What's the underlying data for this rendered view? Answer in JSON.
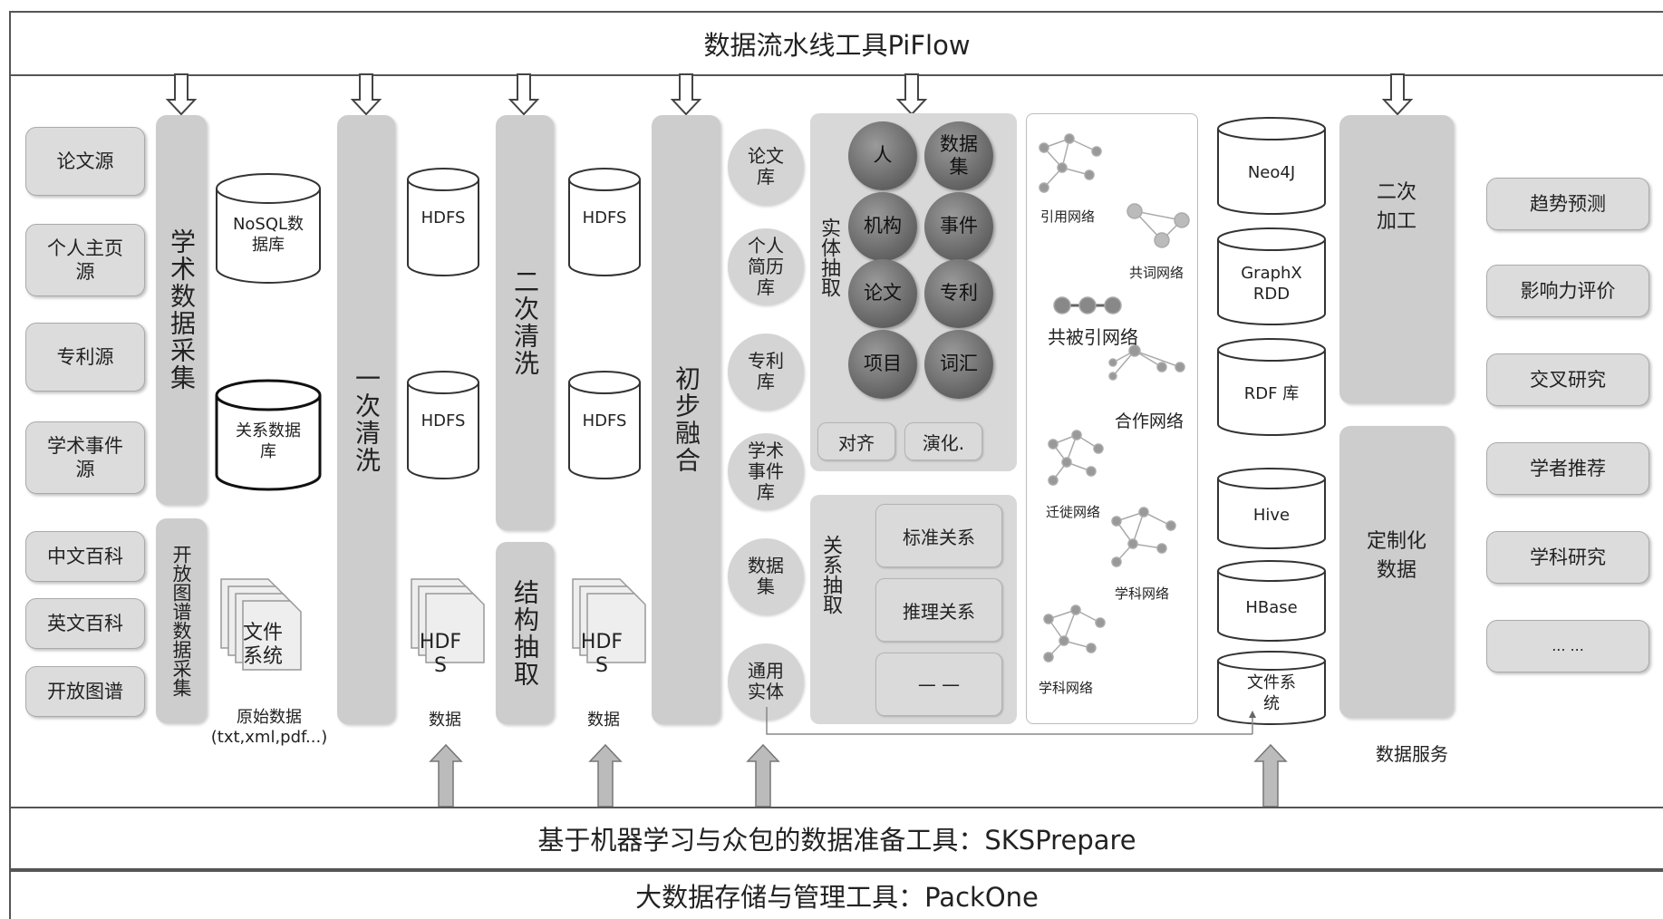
{
  "top_bar": "数据流水线工具PiFlow",
  "mid_bar": "基于机器学习与众包的数据准备工具：SKSPrepare",
  "bottom_bar": "大数据存储与管理工具：PackOne",
  "sources": [
    "论文源",
    "个人主页源",
    "专利源",
    "学术事件源",
    "中文百科",
    "英文百科",
    "开放图谱"
  ],
  "acquisition": {
    "academic": "学术数据采集",
    "kg": "开放图谱数据采集"
  },
  "raw_store": {
    "nosql": "NoSQL数据库",
    "relational": "关系数据库",
    "files": "文件系统",
    "caption": "原始数据(txt,xml,pdf...)"
  },
  "cleaning1": {
    "label": "一次清洗",
    "hdfs": [
      "HDFS",
      "HDFS"
    ],
    "docs": "HDFS",
    "caption": "数据"
  },
  "cleaning2": {
    "label": "二次清洗",
    "struct": "结构抽取",
    "hdfs": [
      "HDFS",
      "HDFS"
    ],
    "docs": "HDFS",
    "caption": "数据"
  },
  "fusion": "初步融合",
  "libraries": [
    "论文库",
    "个人简历库",
    "专利库",
    "学术事件库",
    "数据集",
    "通用实体"
  ],
  "entity_extraction": {
    "label": "实体抽取",
    "entities": [
      "人",
      "数据集",
      "机构",
      "事件",
      "论文",
      "专利",
      "项目",
      "词汇"
    ],
    "ops": [
      "对齐",
      "演化."
    ]
  },
  "relation_extraction": {
    "label": "关系抽取",
    "items": [
      "标准关系",
      "推理关系",
      "— —"
    ]
  },
  "networks": [
    "引用网络",
    "共词网络",
    "共被引网络",
    "合作网络",
    "迁徙网络",
    "学科网络",
    "学科网络"
  ],
  "storage": [
    "Neo4J",
    "GraphX RDD",
    "RDF 库",
    "Hive",
    "HBase",
    "文件系统"
  ],
  "processing": {
    "secondary": "二次加工",
    "custom": "定制化数据",
    "service": "数据服务"
  },
  "applications": [
    "趋势预测",
    "影响力评价",
    "交叉研究",
    "学者推荐",
    "学科研究",
    "... ..."
  ]
}
